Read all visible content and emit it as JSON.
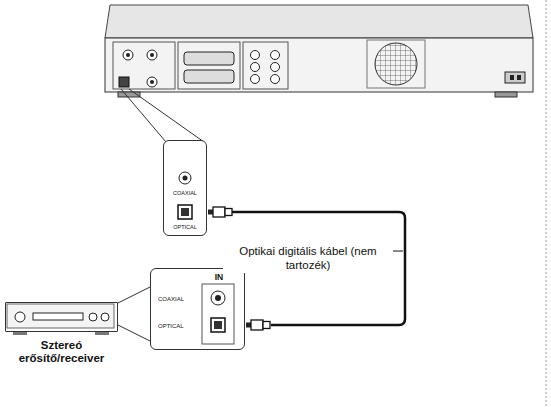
{
  "diagram": {
    "nodes": [
      {
        "text": [
          "COAXIAL",
          "OPTICAL"
        ]
      },
      {
        "text": [
          "IN",
          "COAXIAL",
          "OPTICAL"
        ]
      },
      {
        "text": [
          "Sztereó erősítő/receiver"
        ]
      }
    ],
    "edges": [
      {
        "from": 0,
        "to": 1,
        "arrow": "none",
        "label": "Optikai digitális kábel (nem tartozék)"
      }
    ]
  }
}
